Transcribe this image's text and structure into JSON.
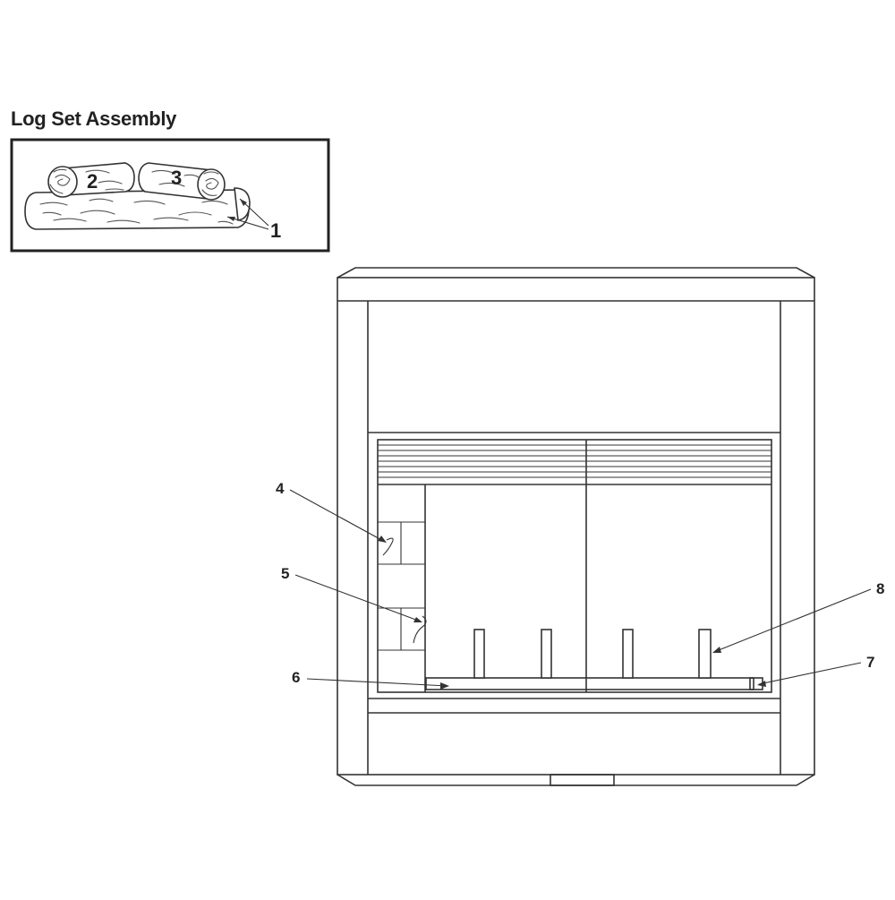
{
  "title": "Log Set Assembly",
  "inset_callouts": [
    "1",
    "2",
    "3"
  ],
  "callouts": [
    "4",
    "5",
    "6",
    "7",
    "8"
  ]
}
